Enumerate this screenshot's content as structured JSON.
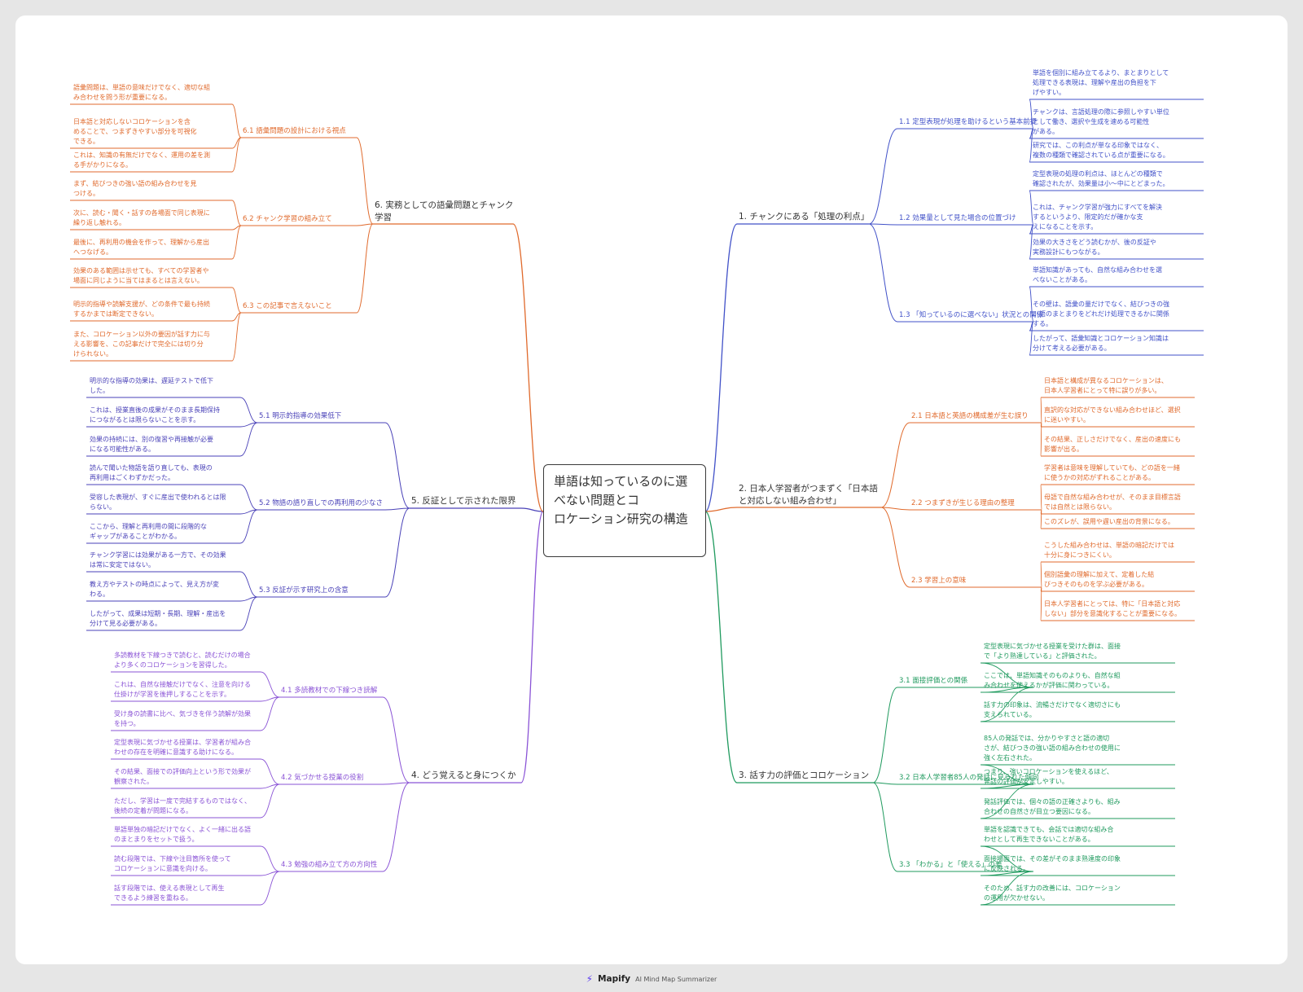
{
  "center_title": "単語は知っているのに選べない問題とコロケーション研究の構造",
  "colors": {
    "b1": "#4151c8",
    "b2": "#e06a2c",
    "b3": "#1f9a5e",
    "b4": "#8a53d6",
    "b5": "#4a42b8",
    "b6": "#e06a2c",
    "line_center": "#3a3a3a"
  },
  "footer": {
    "brand": "Mapify",
    "tagline": "AI Mind Map Summarizer",
    "icon": "lightning-bolt-icon"
  },
  "branches": [
    {
      "id": "b1",
      "label": "1. チャンクにある「処理の利点」",
      "children": [
        {
          "label": "1.1 定型表現が処理を助けるという基本前提",
          "leaves": [
            "単語を個別に組み立てるより、まとまりとして\n処理できる表現は、理解や産出の負担を下\nげやすい。",
            "チャンクは、言語処理の際に参照しやすい単位\nとして働き、選択や生成を速める可能性\nがある。",
            "研究では、この利点が単なる印象ではなく、\n複数の種類で確認されている点が重要になる。"
          ]
        },
        {
          "label": "1.2 効果量として見た場合の位置づけ",
          "leaves": [
            "定型表現の処理の利点は、ほとんどの種類で\n確認されたが、効果量は小〜中にとどまった。",
            "これは、チャンク学習が強力にすべてを解決\nするというより、限定的だが確かな支\nえになることを示す。",
            "効果の大きさをどう読むかが、後の反証や\n実務設計にもつながる。"
          ]
        },
        {
          "label": "1.3 「知っているのに選べない」状況との関係",
          "leaves": [
            "単語知識があっても、自然な組み合わせを選\nべないことがある。",
            "その壁は、語彙の量だけでなく、結びつきの強\nい語のまとまりをどれだけ処理できるかに関係\nする。",
            "したがって、語彙知識とコロケーション知識は\n分けて考える必要がある。"
          ]
        }
      ]
    },
    {
      "id": "b2",
      "label": "2. 日本人学習者がつまずく「日本語\nと対応しない組み合わせ」",
      "children": [
        {
          "label": "2.1 日本語と英語の構成差が生む誤り",
          "leaves": [
            "日本語と構成が異なるコロケーションは、\n日本人学習者にとって特に誤りが多い。",
            "直訳的な対応ができない組み合わせほど、選択\nに迷いやすい。",
            "その結果、正しさだけでなく、産出の速度にも\n影響が出る。"
          ]
        },
        {
          "label": "2.2 つまずきが生じる理由の整理",
          "leaves": [
            "学習者は意味を理解していても、どの語を一緒\nに使うかの対応がずれることがある。",
            "母語で自然な組み合わせが、そのまま目標言語\nでは自然とは限らない。",
            "このズレが、誤用や遅い産出の背景になる。"
          ]
        },
        {
          "label": "2.3 学習上の意味",
          "leaves": [
            "こうした組み合わせは、単語の暗記だけでは\n十分に身につきにくい。",
            "個別語彙の理解に加えて、定着した結\nびつきそのものを学ぶ必要がある。",
            "日本人学習者にとっては、特に「日本語と対応\nしない」部分を意識化することが重要になる。"
          ]
        }
      ]
    },
    {
      "id": "b3",
      "label": "3. 話す力の評価とコロケーション",
      "children": [
        {
          "label": "3.1 面接評価との関係",
          "leaves": [
            "定型表現に気づかせる授業を受けた群は、面接\nで「より熟達している」と評価された。",
            "ここでは、単語知識そのものよりも、自然な組\nみ合わせを使えるかが評価に関わっている。",
            "話す力の印象は、流暢さだけでなく適切さにも\n支えられている。"
          ]
        },
        {
          "label": "3.2 日本人学習者85人の発話に見られた傾向",
          "leaves": [
            "85人の発話では、分かりやすさと語の適切\nさが、結びつきの強い語の組み合わせの使用に\n強く左右された。",
            "つまり、強いコロケーションを使えるほど、\n発話の評価が安定しやすい。",
            "発話評価では、個々の語の正確さよりも、組み\n合わせの自然さが目立つ要因になる。"
          ]
        },
        {
          "label": "3.3 「わかる」と「使える」の差",
          "leaves": [
            "単語を認識できても、会話では適切な組み合\nわせとして再生できないことがある。",
            "面接場面では、その差がそのまま熟達度の印象\nに反映される。",
            "そのため、話す力の改善には、コロケーション\nの運用が欠かせない。"
          ]
        }
      ]
    },
    {
      "id": "b4",
      "label": "4. どう覚えると身につくか",
      "children": [
        {
          "label": "4.1 多読教材での下線つき読解",
          "leaves": [
            "多読教材を下線つきで読むと、読むだけの場合\nより多くのコロケーションを習得した。",
            "これは、自然な接触だけでなく、注意を向ける\n仕掛けが学習を後押しすることを示す。",
            "受け身の読書に比べ、気づきを伴う読解が効果\nを持つ。"
          ]
        },
        {
          "label": "4.2 気づかせる授業の役割",
          "leaves": [
            "定型表現に気づかせる授業は、学習者が組み合\nわせの存在を明確に意識する助けになる。",
            "その結果、面接での評価向上という形で効果が\n観察された。",
            "ただし、学習は一度で完結するものではなく、\n後続の定着が問題になる。"
          ]
        },
        {
          "label": "4.3 勉強の組み立て方の方向性",
          "leaves": [
            "単語単独の暗記だけでなく、よく一緒に出る語\nのまとまりをセットで扱う。",
            "読む段階では、下線や注目箇所を使って\nコロケーションに意識を向ける。",
            "話す段階では、使える表現として再生\nできるよう練習を重ねる。"
          ]
        }
      ]
    },
    {
      "id": "b5",
      "label": "5. 反証として示された限界",
      "children": [
        {
          "label": "5.1 明示的指導の効果低下",
          "leaves": [
            "明示的な指導の効果は、遅延テストで低下\nした。",
            "これは、授業直後の成果がそのまま長期保持\nにつながるとは限らないことを示す。",
            "効果の持続には、別の復習や再接触が必要\nになる可能性がある。"
          ]
        },
        {
          "label": "5.2 物語の語り直しでの再利用の少なさ",
          "leaves": [
            "読んで聞いた物語を語り直しても、表現の\n再利用はごくわずかだった。",
            "受容した表現が、すぐに産出で使われるとは限\nらない。",
            "ここから、理解と再利用の間に段階的な\nギャップがあることがわかる。"
          ]
        },
        {
          "label": "5.3 反証が示す研究上の含意",
          "leaves": [
            "チャンク学習には効果がある一方で、その効果\nは常に安定ではない。",
            "教え方やテストの時点によって、見え方が変\nわる。",
            "したがって、成果は短期・長期、理解・産出を\n分けて見る必要がある。"
          ]
        }
      ]
    },
    {
      "id": "b6",
      "label": "6. 実務としての語彙問題とチャンク\n学習",
      "children": [
        {
          "label": "6.1 語彙問題の設計における視点",
          "leaves": [
            "語彙問題は、単語の意味だけでなく、適切な組\nみ合わせを問う形が重要になる。",
            "日本語と対応しないコロケーションを含\nめることで、つまずきやすい部分を可視化\nできる。",
            "これは、知識の有無だけでなく、運用の差を測\nる手がかりになる。"
          ]
        },
        {
          "label": "6.2 チャンク学習の組み立て",
          "leaves": [
            "まず、結びつきの強い語の組み合わせを見\nつける。",
            "次に、読む・聞く・話すの各場面で同じ表現に\n繰り返し触れる。",
            "最後に、再利用の機会を作って、理解から産出\nへつなげる。"
          ]
        },
        {
          "label": "6.3 この記事で言えないこと",
          "leaves": [
            "効果のある範囲は示せても、すべての学習者や\n場面に同じように当てはまるとは言えない。",
            "明示的指導や読解支援が、どの条件で最も持続\nするかまでは断定できない。",
            "また、コロケーション以外の要因が話す力に与\nえる影響を、この記事だけで完全には切り分\nけられない。"
          ]
        }
      ]
    }
  ]
}
